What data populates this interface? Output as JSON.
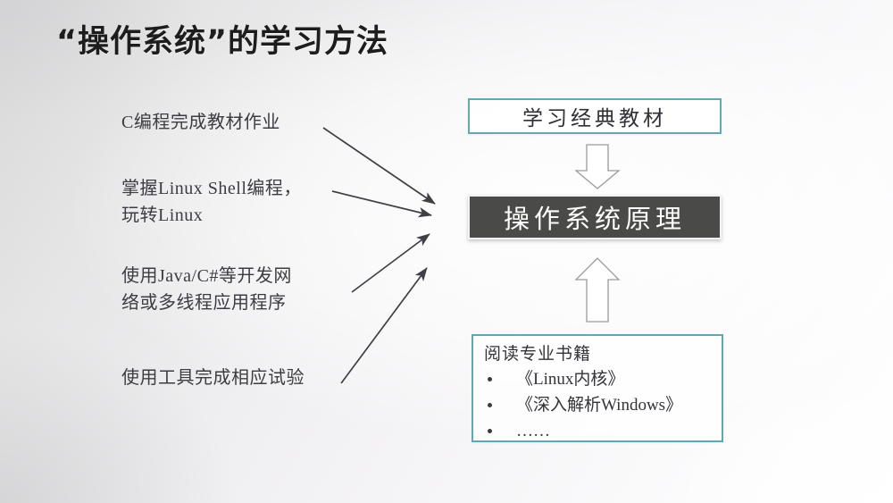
{
  "slide": {
    "title": "“操作系统”的学习方法",
    "accent_color": "#5fa8b1",
    "dark_box_color": "#4a4a48",
    "text_color": "#33333a",
    "background_color": "#f0eff1"
  },
  "notes": [
    {
      "text": "C编程完成教材作业"
    },
    {
      "text": "掌握Linux Shell编程，\n玩转Linux"
    },
    {
      "text": "使用Java/C#等开发网\n络或多线程应用程序"
    },
    {
      "text": "使用工具完成相应试验"
    }
  ],
  "boxes": {
    "top": {
      "label": "学习经典教材"
    },
    "center": {
      "label": "操作系统原理"
    },
    "bottom": {
      "title": "阅读专业书籍",
      "items": [
        "《Linux内核》",
        "《深入解析Windows》",
        "……"
      ]
    }
  },
  "arrows": {
    "down_block": "down-arrow",
    "up_block": "up-arrow",
    "connectors": [
      "connector-arrow-1",
      "connector-arrow-2",
      "connector-arrow-3",
      "connector-arrow-4"
    ]
  }
}
